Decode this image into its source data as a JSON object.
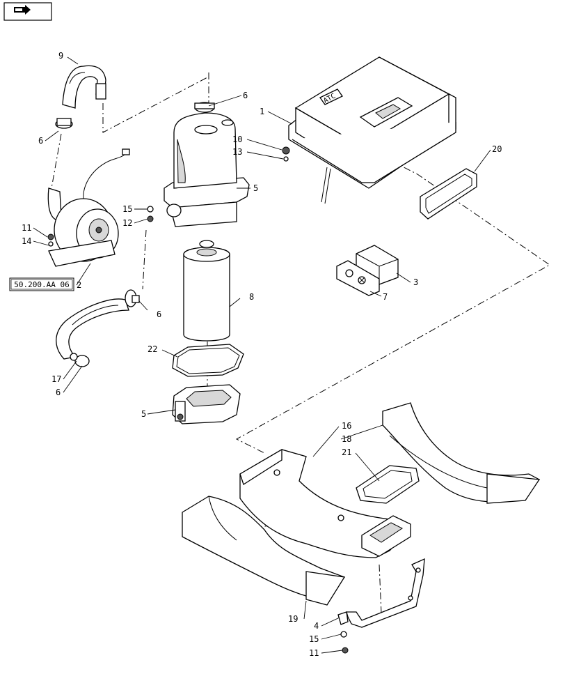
{
  "nav": {
    "icon": "arrow-right-icon"
  },
  "ref_box": "50.200.AA 06",
  "module_label": "ATC",
  "callouts": {
    "c1": "1",
    "c2": "2",
    "c3": "3",
    "c4": "4",
    "c5a": "5",
    "c5b": "5",
    "c6a": "6",
    "c6b": "6",
    "c6c": "6",
    "c6d": "6",
    "c7": "7",
    "c8": "8",
    "c9": "9",
    "c10": "10",
    "c11a": "11",
    "c11b": "11",
    "c12": "12",
    "c13": "13",
    "c14": "14",
    "c15a": "15",
    "c15b": "15",
    "c16": "16",
    "c17": "17",
    "c18": "18",
    "c19": "19",
    "c20": "20",
    "c21": "21",
    "c22": "22"
  }
}
